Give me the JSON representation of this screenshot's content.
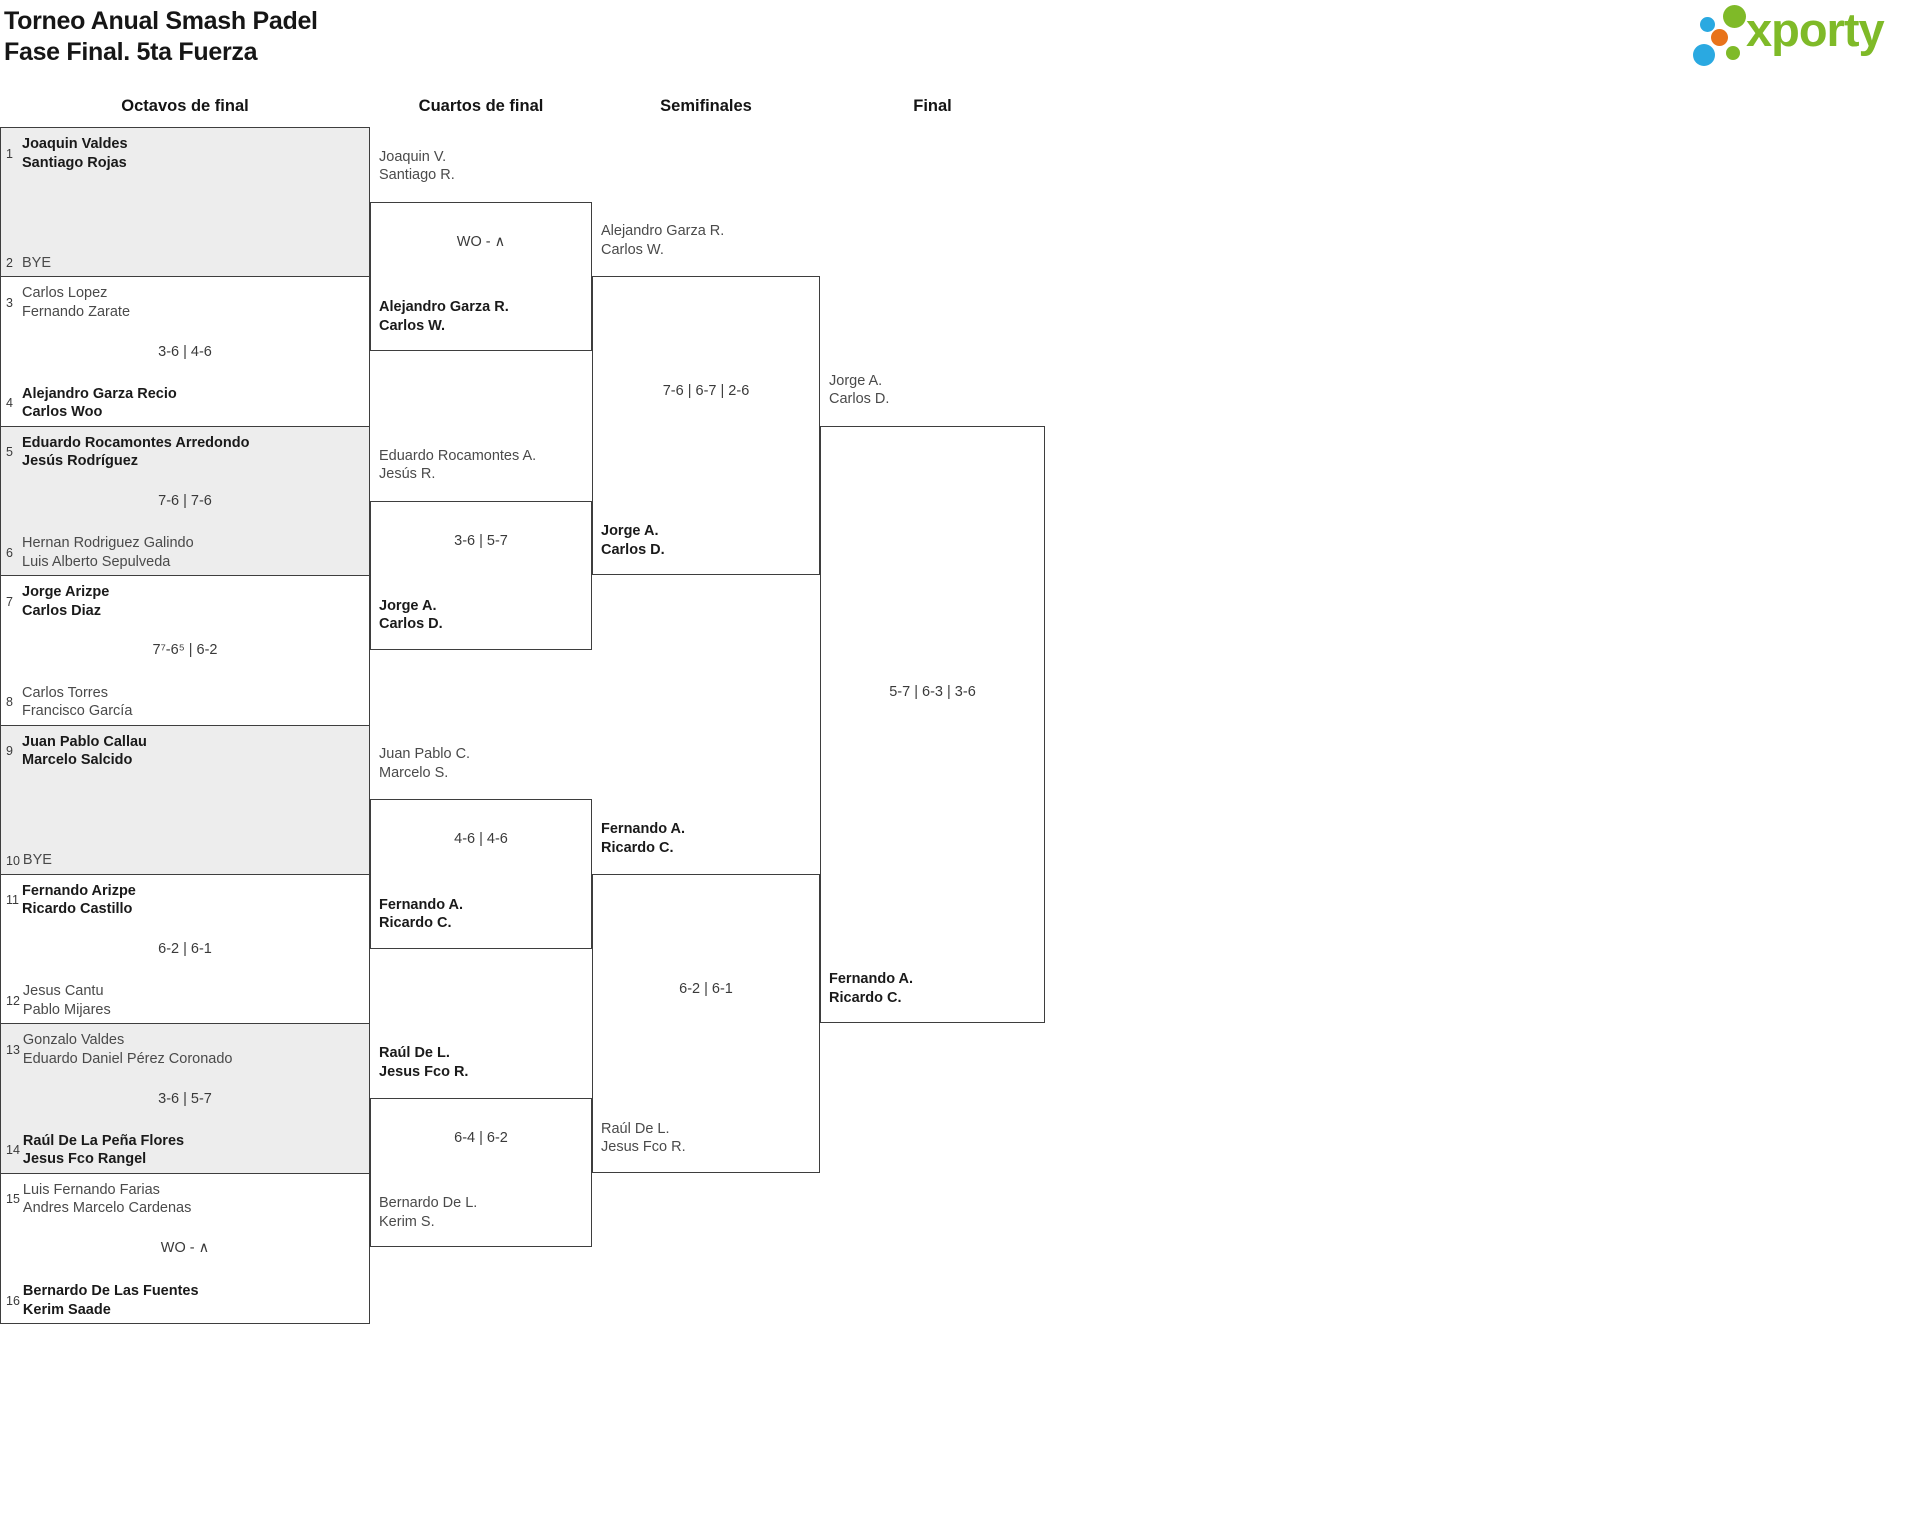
{
  "header": {
    "title_line1": "Torneo Anual Smash Padel",
    "title_line2": "Fase Final. 5ta Fuerza",
    "brand": "xporty"
  },
  "round_headers": [
    "Octavos de final",
    "Cuartos de final",
    "Semifinales",
    "Final"
  ],
  "colors": {
    "brand_green": "#7fba28",
    "brand_blue": "#2aa9e1",
    "brand_orange": "#e8731a",
    "shaded_row": "#ededed",
    "border": "#3e3e3e",
    "winner_text": "#1a1a1a",
    "loser_text": "#4a4a4a"
  },
  "rounds": {
    "octavos": {
      "matches": [
        {
          "top_seed": "1",
          "top_player1": "Joaquin Valdes",
          "top_player2": "Santiago Rojas",
          "score": "",
          "bottom_seed": "2",
          "bottom_player1": "BYE",
          "bottom_player2": ""
        },
        {
          "top_seed": "3",
          "top_player1": "Carlos Lopez",
          "top_player2": "Fernando Zarate",
          "score": "3-6 | 4-6",
          "bottom_seed": "4",
          "bottom_player1": "Alejandro Garza Recio",
          "bottom_player2": "Carlos Woo"
        },
        {
          "top_seed": "5",
          "top_player1": "Eduardo Rocamontes Arredondo",
          "top_player2": "Jesús Rodríguez",
          "score": "7-6 | 7-6",
          "bottom_seed": "6",
          "bottom_player1": "Hernan Rodriguez Galindo",
          "bottom_player2": "Luis Alberto Sepulveda"
        },
        {
          "top_seed": "7",
          "top_player1": "Jorge Arizpe",
          "top_player2": "Carlos Diaz",
          "score": "7⁷-6⁵ | 6-2",
          "bottom_seed": "8",
          "bottom_player1": "Carlos Torres",
          "bottom_player2": "Francisco García"
        },
        {
          "top_seed": "9",
          "top_player1": "Juan Pablo Callau",
          "top_player2": "Marcelo Salcido",
          "score": "",
          "bottom_seed": "10",
          "bottom_player1": "BYE",
          "bottom_player2": ""
        },
        {
          "top_seed": "11",
          "top_player1": "Fernando Arizpe",
          "top_player2": "Ricardo Castillo",
          "score": "6-2 | 6-1",
          "bottom_seed": "12",
          "bottom_player1": "Jesus Cantu",
          "bottom_player2": "Pablo Mijares"
        },
        {
          "top_seed": "13",
          "top_player1": "Gonzalo Valdes",
          "top_player2": "Eduardo Daniel Pérez Coronado",
          "score": "3-6 | 5-7",
          "bottom_seed": "14",
          "bottom_player1": "Raúl De La Peña Flores",
          "bottom_player2": "Jesus Fco Rangel"
        },
        {
          "top_seed": "15",
          "top_player1": "Luis Fernando Farias",
          "top_player2": "Andres Marcelo Cardenas",
          "score": "WO - ∧",
          "bottom_seed": "16",
          "bottom_player1": "Bernardo De Las Fuentes",
          "bottom_player2": "Kerim Saade"
        }
      ]
    },
    "cuartos": {
      "matches": [
        {
          "top_player1": "Joaquin V.",
          "top_player2": "Santiago R.",
          "score": "WO - ∧",
          "bottom_player1": "Alejandro Garza R.",
          "bottom_player2": "Carlos W."
        },
        {
          "top_player1": "Eduardo Rocamontes A.",
          "top_player2": "Jesús R.",
          "score": "3-6 | 5-7",
          "bottom_player1": "Jorge A.",
          "bottom_player2": "Carlos D."
        },
        {
          "top_player1": "Juan Pablo C.",
          "top_player2": "Marcelo S.",
          "score": "4-6 | 4-6",
          "bottom_player1": "Fernando A.",
          "bottom_player2": "Ricardo C."
        },
        {
          "top_player1": "Raúl De L.",
          "top_player2": "Jesus Fco R.",
          "score": "6-4 | 6-2",
          "bottom_player1": "Bernardo De L.",
          "bottom_player2": "Kerim S."
        }
      ]
    },
    "semifinales": {
      "matches": [
        {
          "top_player1": "Alejandro Garza R.",
          "top_player2": "Carlos W.",
          "score": "7-6 | 6-7 | 2-6",
          "bottom_player1": "Jorge A.",
          "bottom_player2": "Carlos D."
        },
        {
          "top_player1": "Fernando A.",
          "top_player2": "Ricardo C.",
          "score": "6-2 | 6-1",
          "bottom_player1": "Raúl De L.",
          "bottom_player2": "Jesus Fco R."
        }
      ]
    },
    "final": {
      "matches": [
        {
          "top_player1": "Jorge A.",
          "top_player2": "Carlos D.",
          "score": "5-7 | 6-3 | 3-6",
          "bottom_player1": "Fernando A.",
          "bottom_player2": "Ricardo C."
        }
      ]
    }
  }
}
